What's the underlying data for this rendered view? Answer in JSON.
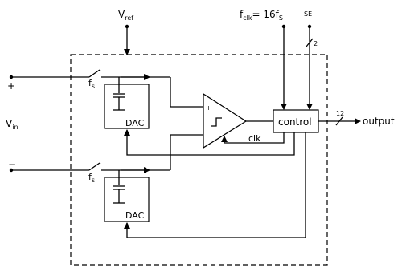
{
  "diagram": {
    "vref": {
      "main": "V",
      "sub": "ref"
    },
    "fclk": {
      "main": "f",
      "sub": "clk",
      "rest": "= 16f",
      "sub2": "S"
    },
    "se": "SE",
    "se_bus_width": "2",
    "vin": {
      "main": "V",
      "sub": "in"
    },
    "plus_sign": "+",
    "minus_sign": "−",
    "fs_top": {
      "main": "f",
      "sub": "s"
    },
    "fs_bottom": {
      "main": "f",
      "sub": "s"
    },
    "dac_top": "DAC",
    "dac_bottom": "DAC",
    "comp_plus": "+",
    "comp_minus": "−",
    "clk": "clk",
    "control": "control",
    "output_bus_width": "12",
    "output": "output"
  }
}
